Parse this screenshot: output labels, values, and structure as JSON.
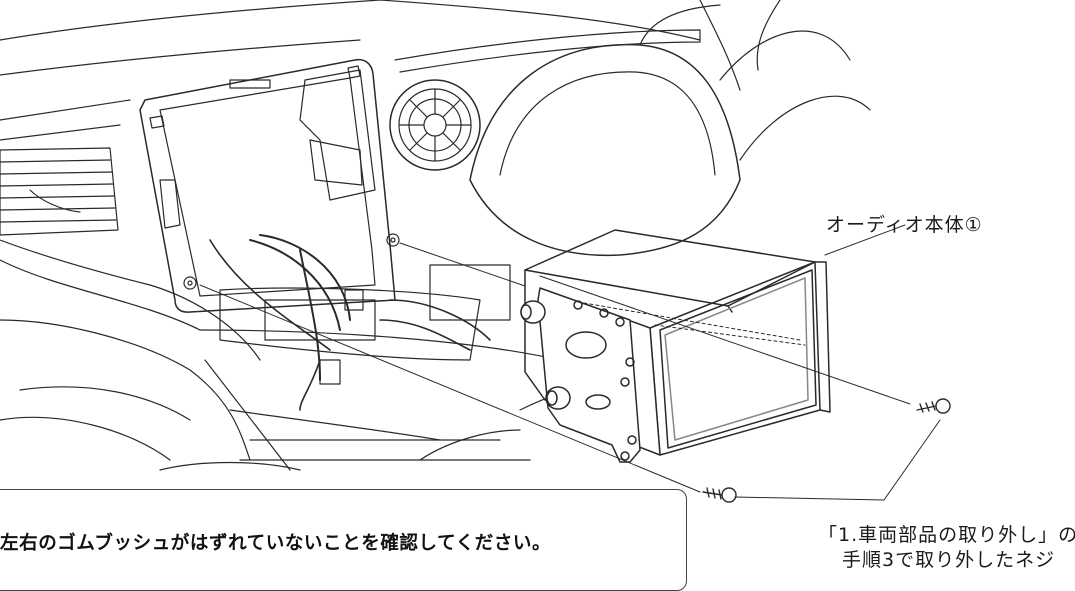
{
  "labels": {
    "audio_unit": "オーディオ本体①",
    "screw_ref_line1": "「1.車両部品の取り外し」の",
    "screw_ref_line2": "手順3で取り外したネジ"
  },
  "notice": {
    "text": "左右のゴムブッシュがはずれていないことを確認してください。"
  },
  "colors": {
    "line": "#2a2a2a",
    "shade": "#bdbdbd",
    "background": "#ffffff"
  }
}
